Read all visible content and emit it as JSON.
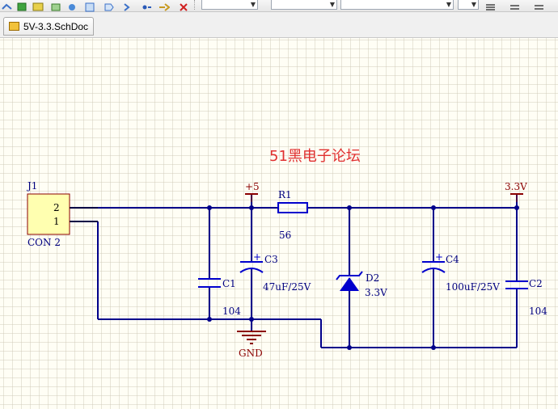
{
  "tab": {
    "document": "5V-3.3.SchDoc"
  },
  "toolbar": {
    "icons": [
      "wire-icon",
      "bus-icon",
      "part-icon",
      "net-label-icon",
      "power-port-icon",
      "sheet-icon",
      "port-icon",
      "junction-icon",
      "directive-icon",
      "delete-icon",
      "list-icon",
      "more-icon"
    ]
  },
  "schematic": {
    "title": "51黑电子论坛",
    "connector": {
      "designator": "J1",
      "comment": "CON 2",
      "pin_top": "2",
      "pin_bottom": "1"
    },
    "power_5v": "+5",
    "power_33v": "3.3V",
    "gnd": "GND",
    "r1": {
      "designator": "R1",
      "value": "56"
    },
    "c1": {
      "designator": "C1",
      "value": "104"
    },
    "c2": {
      "designator": "C2",
      "value": "104"
    },
    "c3": {
      "designator": "C3",
      "value": "47uF/25V"
    },
    "c4": {
      "designator": "C4",
      "value": "100uF/25V"
    },
    "d2": {
      "designator": "D2",
      "value": "3.3V"
    }
  },
  "colors": {
    "wire": "#00008b",
    "power": "#8b0000",
    "label": "#000080",
    "component": "#0000cd",
    "title": "#e03030",
    "connector_fill": "#ffffb0"
  }
}
